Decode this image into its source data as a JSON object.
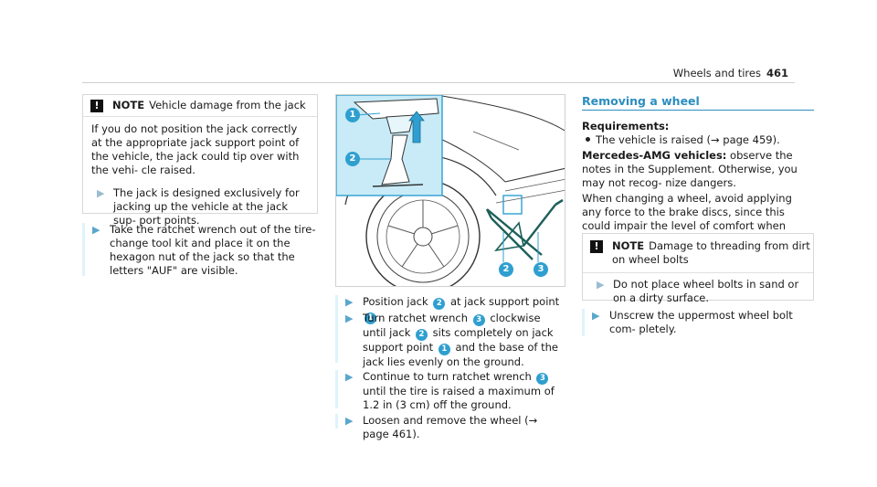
{
  "header": {
    "section": "Wheels and tires",
    "page_number": "461"
  },
  "left_column": {
    "notice": {
      "label": "NOTE",
      "title": "Vehicle damage from the jack",
      "body": "If you do not position the jack correctly at the appropriate jack support point of the vehicle, the jack could tip over with the vehi- cle raised.",
      "step": "The jack is designed exclusively for jacking up the vehicle at the jack sup- port points."
    },
    "step": "Take the ratchet wrench out of the tire- change tool kit and place it on the hexagon nut of the jack so that the letters \"AUF\" are visible."
  },
  "middle_column": {
    "figure_callouts": [
      "1",
      "2",
      "2",
      "3"
    ],
    "steps": [
      {
        "parts": [
          "Position jack ",
          "2",
          " at jack support point ",
          "1",
          "."
        ]
      },
      {
        "parts": [
          "Turn ratchet wrench ",
          "3",
          " clockwise until jack ",
          "2",
          " sits completely on jack support point ",
          "1",
          " and the base of the jack lies evenly on the ground."
        ]
      },
      {
        "parts": [
          "Continue to turn ratchet wrench ",
          "3",
          " until the tire is raised a maximum of 1.2 in (3 cm) off the ground."
        ]
      },
      {
        "parts": [
          "Loosen and remove the wheel (→ page 461)."
        ]
      }
    ]
  },
  "right_column": {
    "section_title": "Removing a wheel",
    "requirements_label": "Requirements:",
    "requirement": "The vehicle is raised (→ page 459).",
    "amg_label": "Mercedes-AMG vehicles:",
    "amg_text": " observe the notes in the Supplement. Otherwise, you may not recog- nize dangers.",
    "brake_text": "When changing a wheel, avoid applying any force to the brake discs, since this could impair the level of comfort when braking.",
    "notice": {
      "label": "NOTE",
      "title": "Damage to threading from dirt on wheel bolts",
      "step": "Do not place wheel bolts in sand or on a dirty surface."
    },
    "step": "Unscrew the uppermost wheel bolt com- pletely."
  },
  "colors": {
    "accent": "#2f9fd0",
    "title": "#2b8dc0",
    "step_bar": "#dff3fa"
  },
  "icons": {
    "warning": "exclamation-square-icon",
    "step_arrow": "triangle-right-icon"
  }
}
